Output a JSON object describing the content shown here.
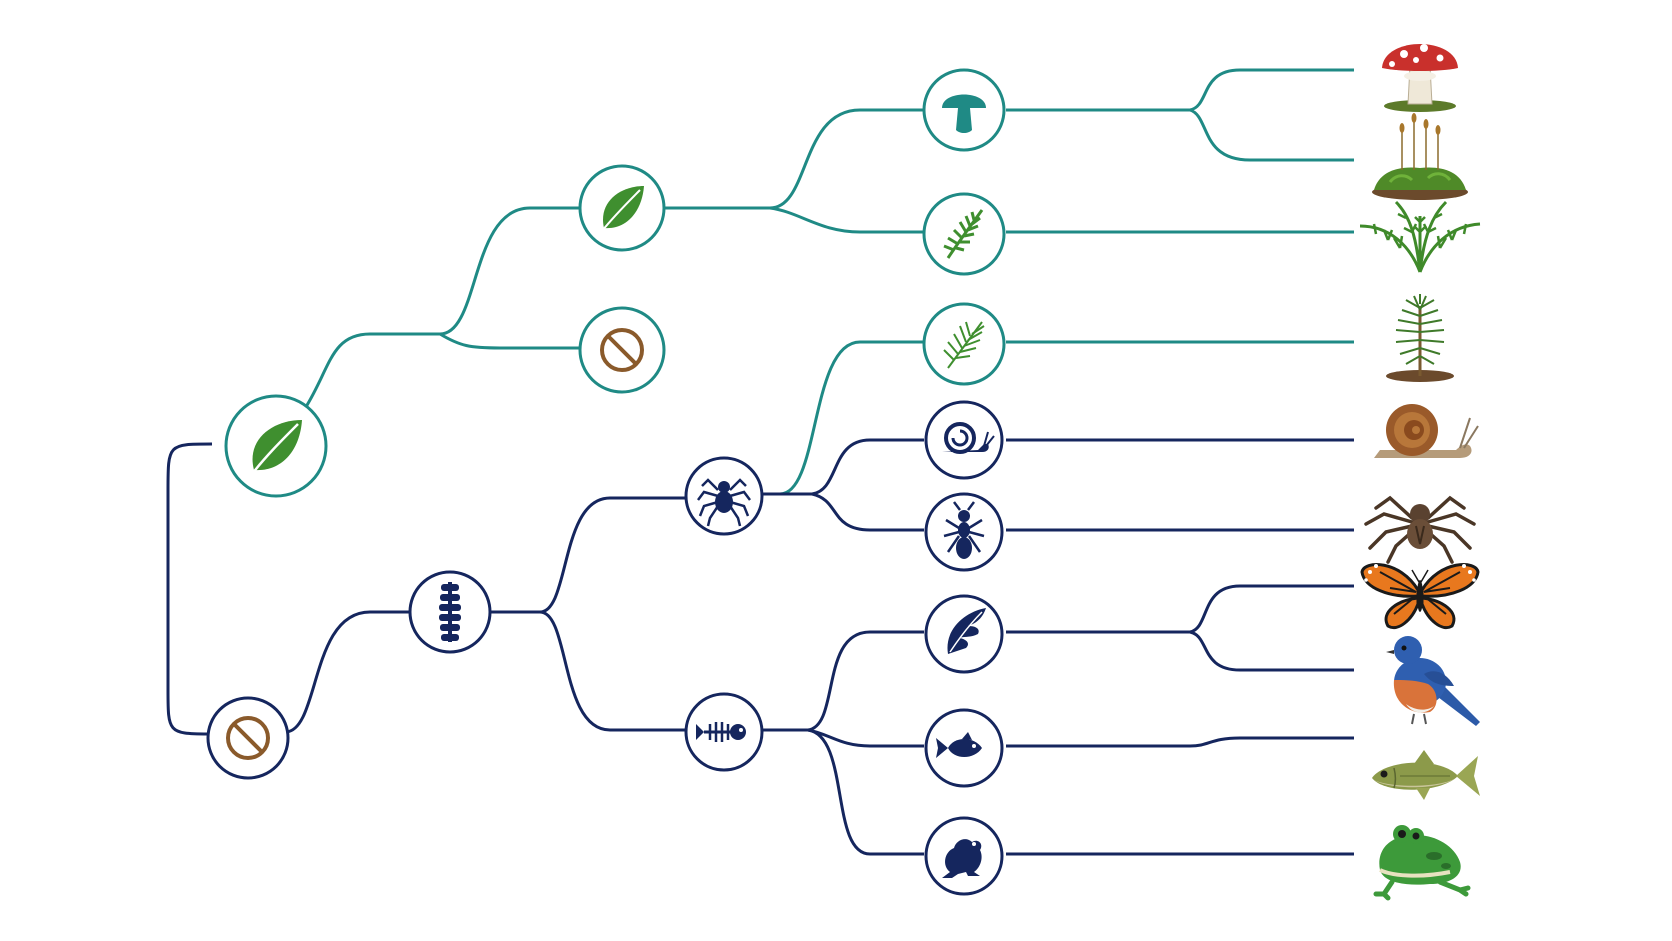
{
  "colors": {
    "plant_branch": "#1f8a85",
    "animal_branch": "#15265e",
    "leaf_green": "#3f8f2f",
    "no_symbol": "#8a5a2b",
    "node_fill": "#ffffff"
  },
  "tree": {
    "root": {
      "children": [
        "plant_clade",
        "animal_clade"
      ]
    },
    "nodes": [
      {
        "id": "plant_clade",
        "icon": "leaf-icon",
        "lineage": "plant"
      },
      {
        "id": "plant_vascular",
        "icon": "leaf-icon",
        "lineage": "plant"
      },
      {
        "id": "plant_none",
        "icon": "no-symbol-icon",
        "lineage": "plant"
      },
      {
        "id": "fungi_moss",
        "icon": "mushroom-icon",
        "lineage": "plant"
      },
      {
        "id": "fern_node",
        "icon": "fern-icon",
        "lineage": "plant"
      },
      {
        "id": "conifer_node",
        "icon": "pine-needle-icon",
        "lineage": "plant"
      },
      {
        "id": "animal_clade",
        "icon": "no-symbol-icon",
        "lineage": "animal"
      },
      {
        "id": "vertebral",
        "icon": "spine-icon",
        "lineage": "animal"
      },
      {
        "id": "invertebrate",
        "icon": "spider-icon",
        "lineage": "animal"
      },
      {
        "id": "snail_node",
        "icon": "snail-icon",
        "lineage": "animal"
      },
      {
        "id": "arthropod_node",
        "icon": "ant-icon",
        "lineage": "animal"
      },
      {
        "id": "skeleton",
        "icon": "fish-bone-icon",
        "lineage": "animal"
      },
      {
        "id": "wing_node",
        "icon": "wing-icon",
        "lineage": "animal"
      },
      {
        "id": "fish_node",
        "icon": "fish-icon",
        "lineage": "animal"
      },
      {
        "id": "frog_node",
        "icon": "frog-icon",
        "lineage": "animal"
      }
    ],
    "leaves": [
      {
        "id": "mushroom",
        "icon": "mushroom-picture"
      },
      {
        "id": "moss",
        "icon": "moss-picture"
      },
      {
        "id": "fern",
        "icon": "fern-picture"
      },
      {
        "id": "pine",
        "icon": "pine-seedling-picture"
      },
      {
        "id": "snail",
        "icon": "snail-picture"
      },
      {
        "id": "spider",
        "icon": "spider-picture"
      },
      {
        "id": "butterfly",
        "icon": "butterfly-picture"
      },
      {
        "id": "bird",
        "icon": "bluebird-picture"
      },
      {
        "id": "fish",
        "icon": "fish-picture"
      },
      {
        "id": "frog",
        "icon": "frog-picture"
      }
    ]
  }
}
